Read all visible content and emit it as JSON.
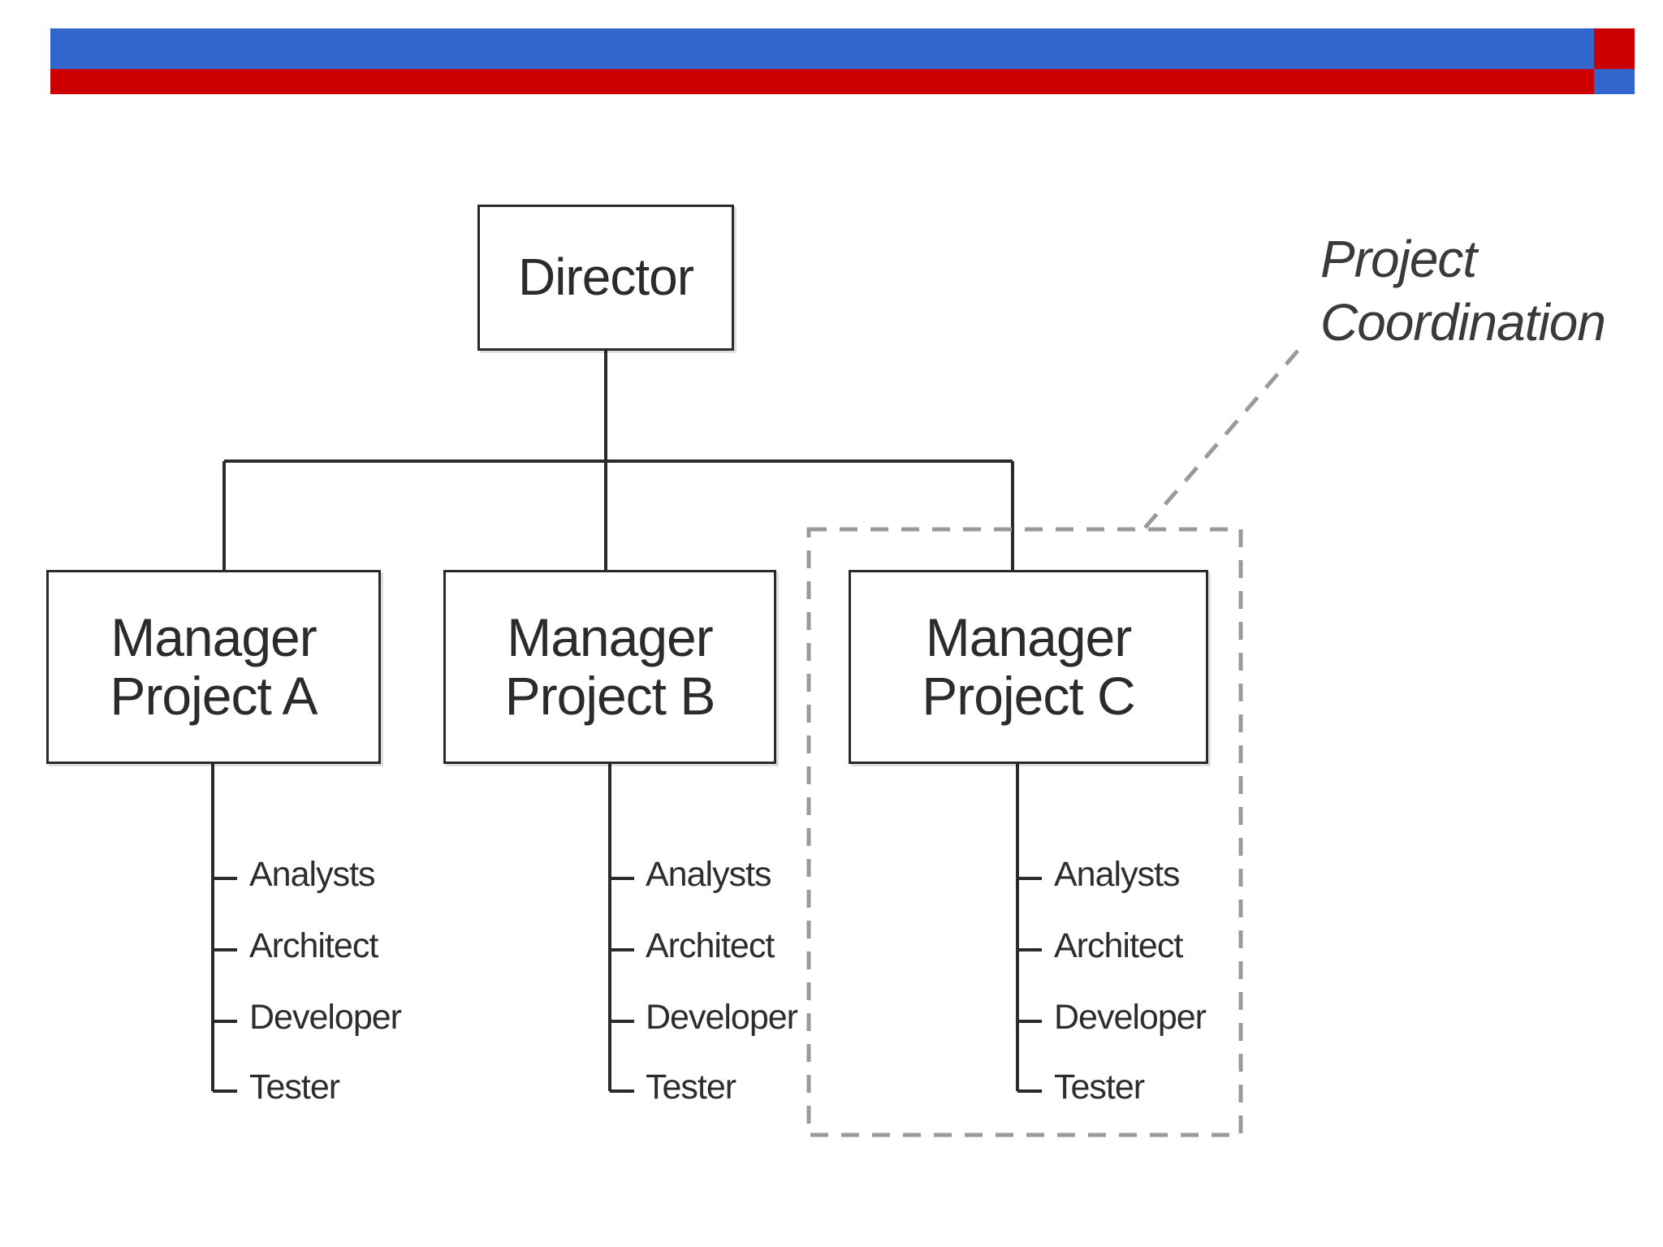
{
  "colors": {
    "header_blue": "#3366cc",
    "header_red": "#cc0000",
    "line": "#2a2a2a",
    "dashed_border": "#9a9a9a"
  },
  "director": {
    "label": "Director"
  },
  "managers": [
    {
      "line1": "Manager",
      "line2": "Project A",
      "roles": [
        "Analysts",
        "Architect",
        "Developer",
        "Tester"
      ]
    },
    {
      "line1": "Manager",
      "line2": "Project B",
      "roles": [
        "Analysts",
        "Architect",
        "Developer",
        "Tester"
      ]
    },
    {
      "line1": "Manager",
      "line2": "Project C",
      "roles": [
        "Analysts",
        "Architect",
        "Developer",
        "Tester"
      ]
    }
  ],
  "annotation": {
    "line1": "Project",
    "line2": "Coordination"
  }
}
